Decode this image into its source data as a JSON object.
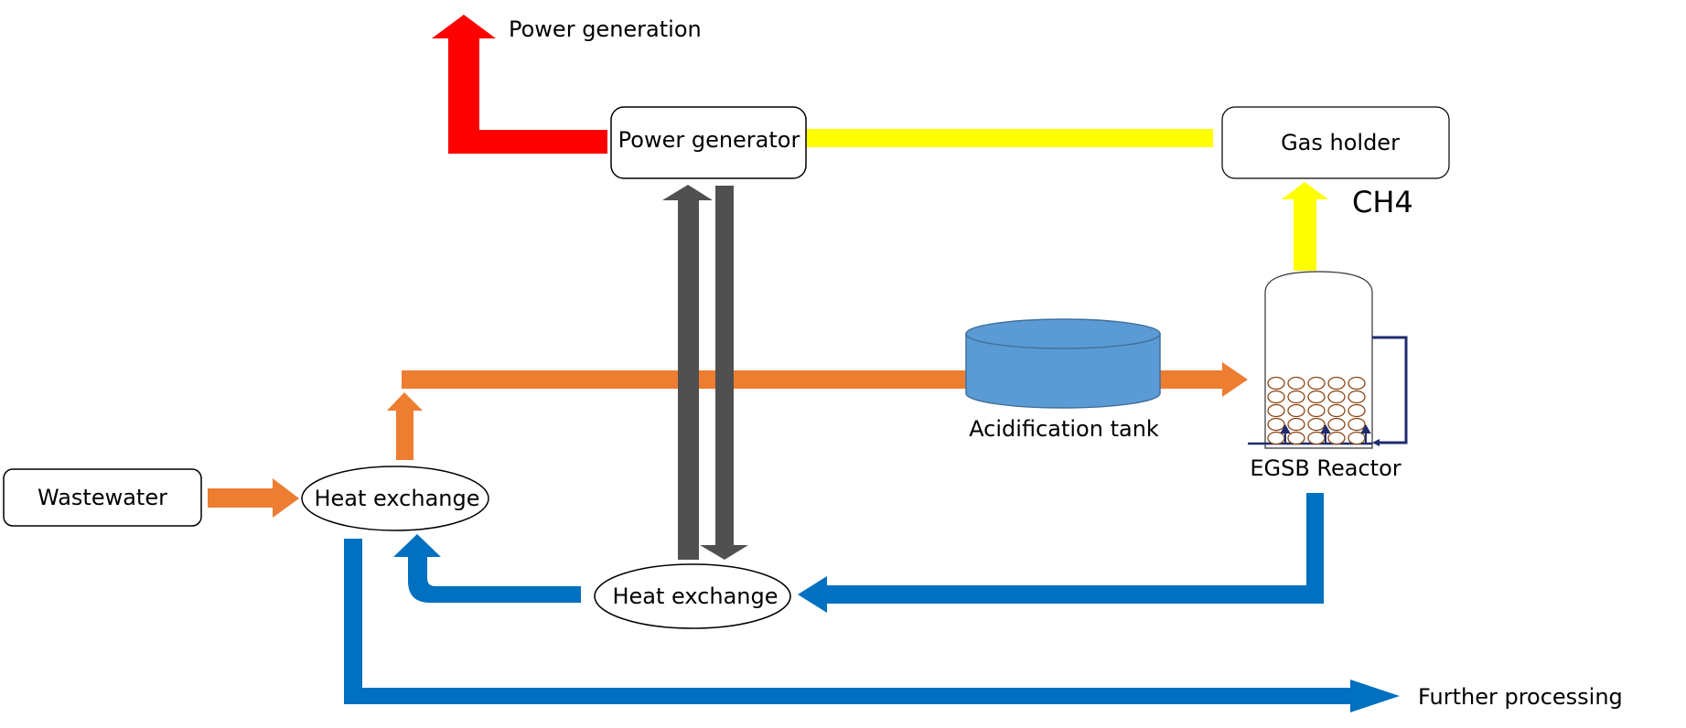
{
  "nodes": {
    "wastewater": "Wastewater",
    "heat_exchange_1": "Heat exchange",
    "heat_exchange_2": "Heat exchange",
    "power_generator": "Power generator",
    "gas_holder": "Gas holder",
    "acidification_tank": "Acidification tank",
    "egsb_reactor": "EGSB Reactor"
  },
  "labels": {
    "power_generation": "Power generation",
    "ch4": "CH4",
    "further_processing": "Further processing"
  },
  "colors": {
    "power": "#FF0000",
    "gas": "#FFFF00",
    "hot_water": "#ED7D31",
    "cool_water": "#0070C0",
    "heat_loop": "#505050",
    "tank": "#5B9BD5",
    "reactor_recirc": "#1F2C6E",
    "granules": "#8B4513"
  }
}
